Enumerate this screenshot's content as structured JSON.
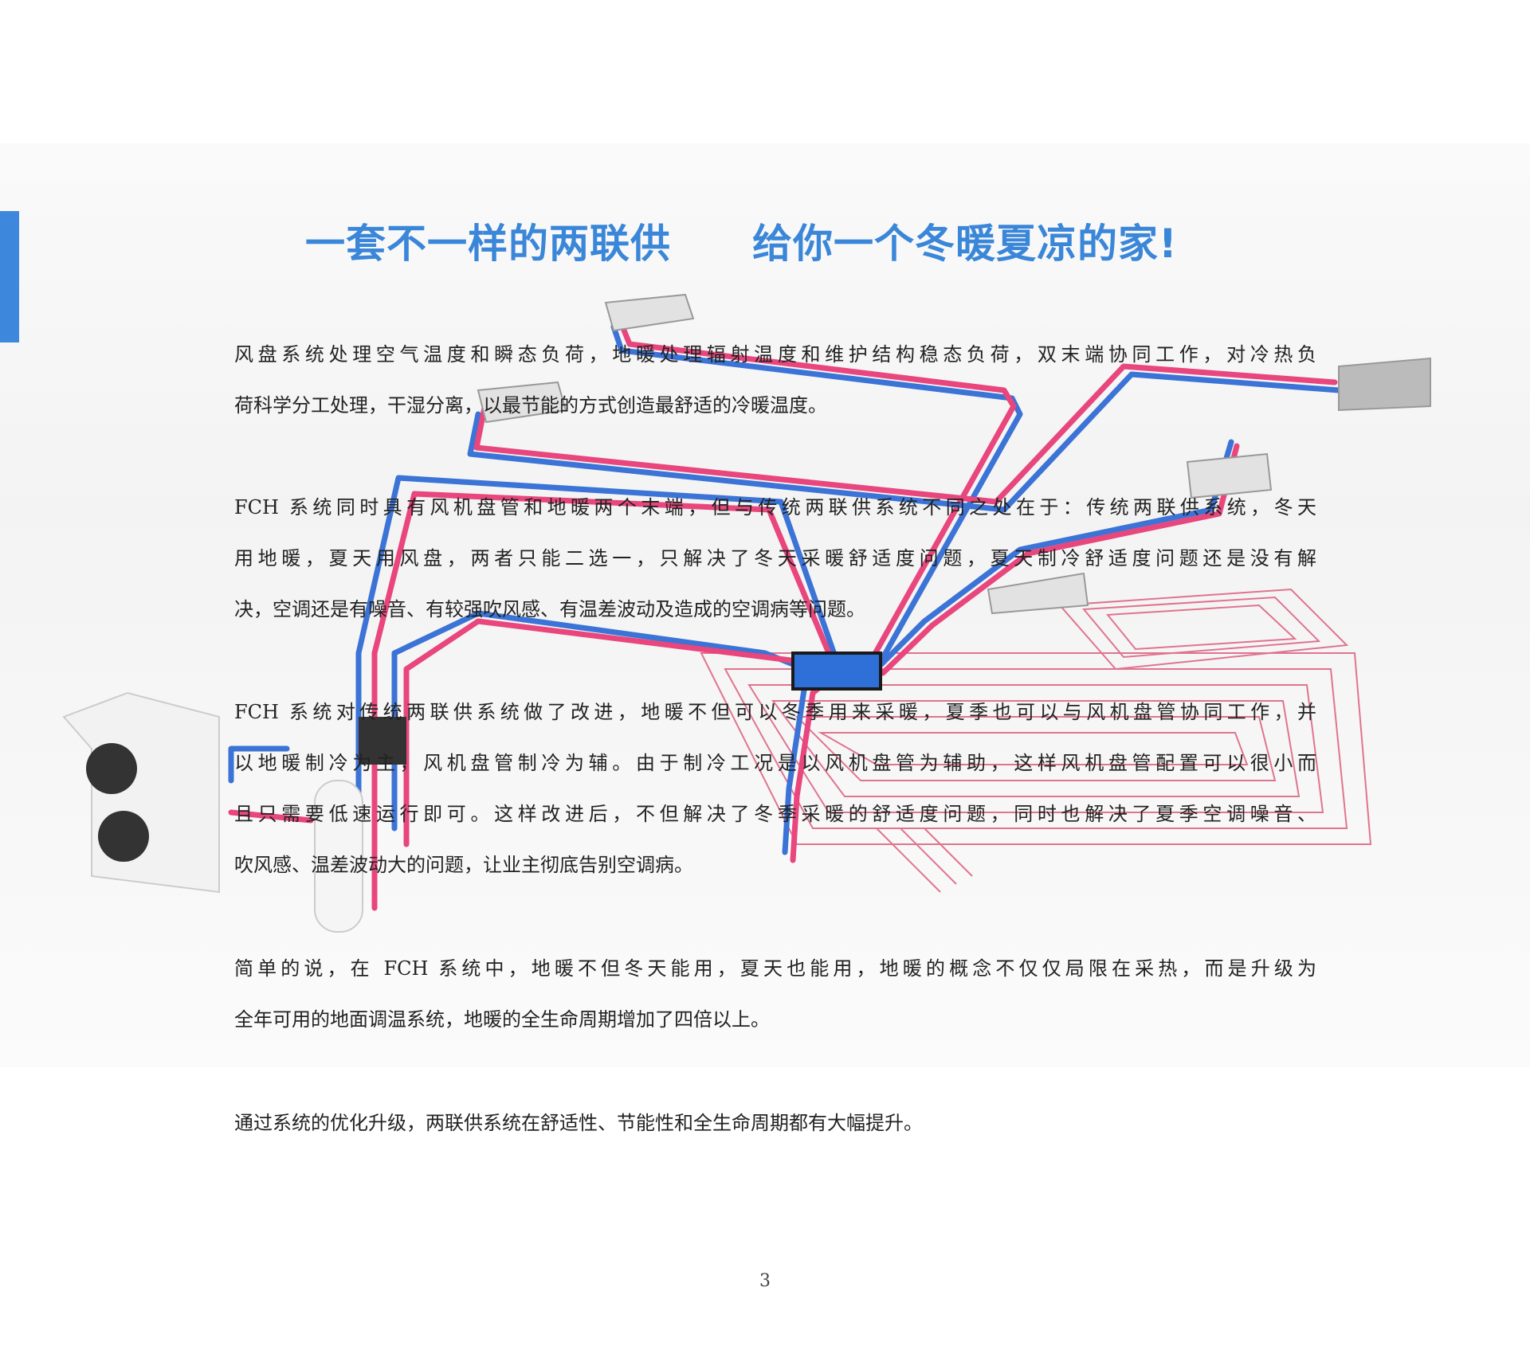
{
  "title": "一套不一样的两联供　　给你一个冬暖夏凉的家!",
  "paragraphs": [
    {
      "lines": [
        "风盘系统处理空气温度和瞬态负荷，地暖处理辐射温度和维护结构稳态负荷，双末端协同工作，对冷热负",
        "荷科学分工处理，干湿分离，以最节能的方式创造最舒适的冷暖温度。"
      ]
    },
    {
      "lines": [
        "FCH 系统同时具有风机盘管和地暖两个末端，但与传统两联供系统不同之处在于：传统两联供系统，冬天",
        "用地暖，夏天用风盘，两者只能二选一，只解决了冬天采暖舒适度问题，夏天制冷舒适度问题还是没有解",
        "决，空调还是有噪音、有较强吹风感、有温差波动及造成的空调病等问题。"
      ]
    },
    {
      "lines": [
        "FCH 系统对传统两联供系统做了改进，地暖不但可以冬季用来采暖，夏季也可以与风机盘管协同工作，并",
        "以地暖制冷为主，风机盘管制冷为辅。由于制冷工况是以风机盘管为辅助，这样风机盘管配置可以很小而",
        "且只需要低速运行即可。这样改进后，不但解决了冬季采暖的舒适度问题，同时也解决了夏季空调噪音、",
        "吹风感、温差波动大的问题，让业主彻底告别空调病。"
      ]
    },
    {
      "lines": [
        "简单的说，在 FCH 系统中，地暖不但冬天能用，夏天也能用，地暖的概念不仅仅局限在采热，而是升级为",
        "全年可用的地面调温系统，地暖的全生命周期增加了四倍以上。"
      ]
    },
    {
      "lines": [
        "通过系统的优化升级，两联供系统在舒适性、节能性和全生命周期都有大幅提升。"
      ]
    }
  ],
  "page_number": "3",
  "colors": {
    "accent": "#3a86d8",
    "hot_pipe": "#e8467c",
    "cold_pipe": "#3b73d6"
  }
}
